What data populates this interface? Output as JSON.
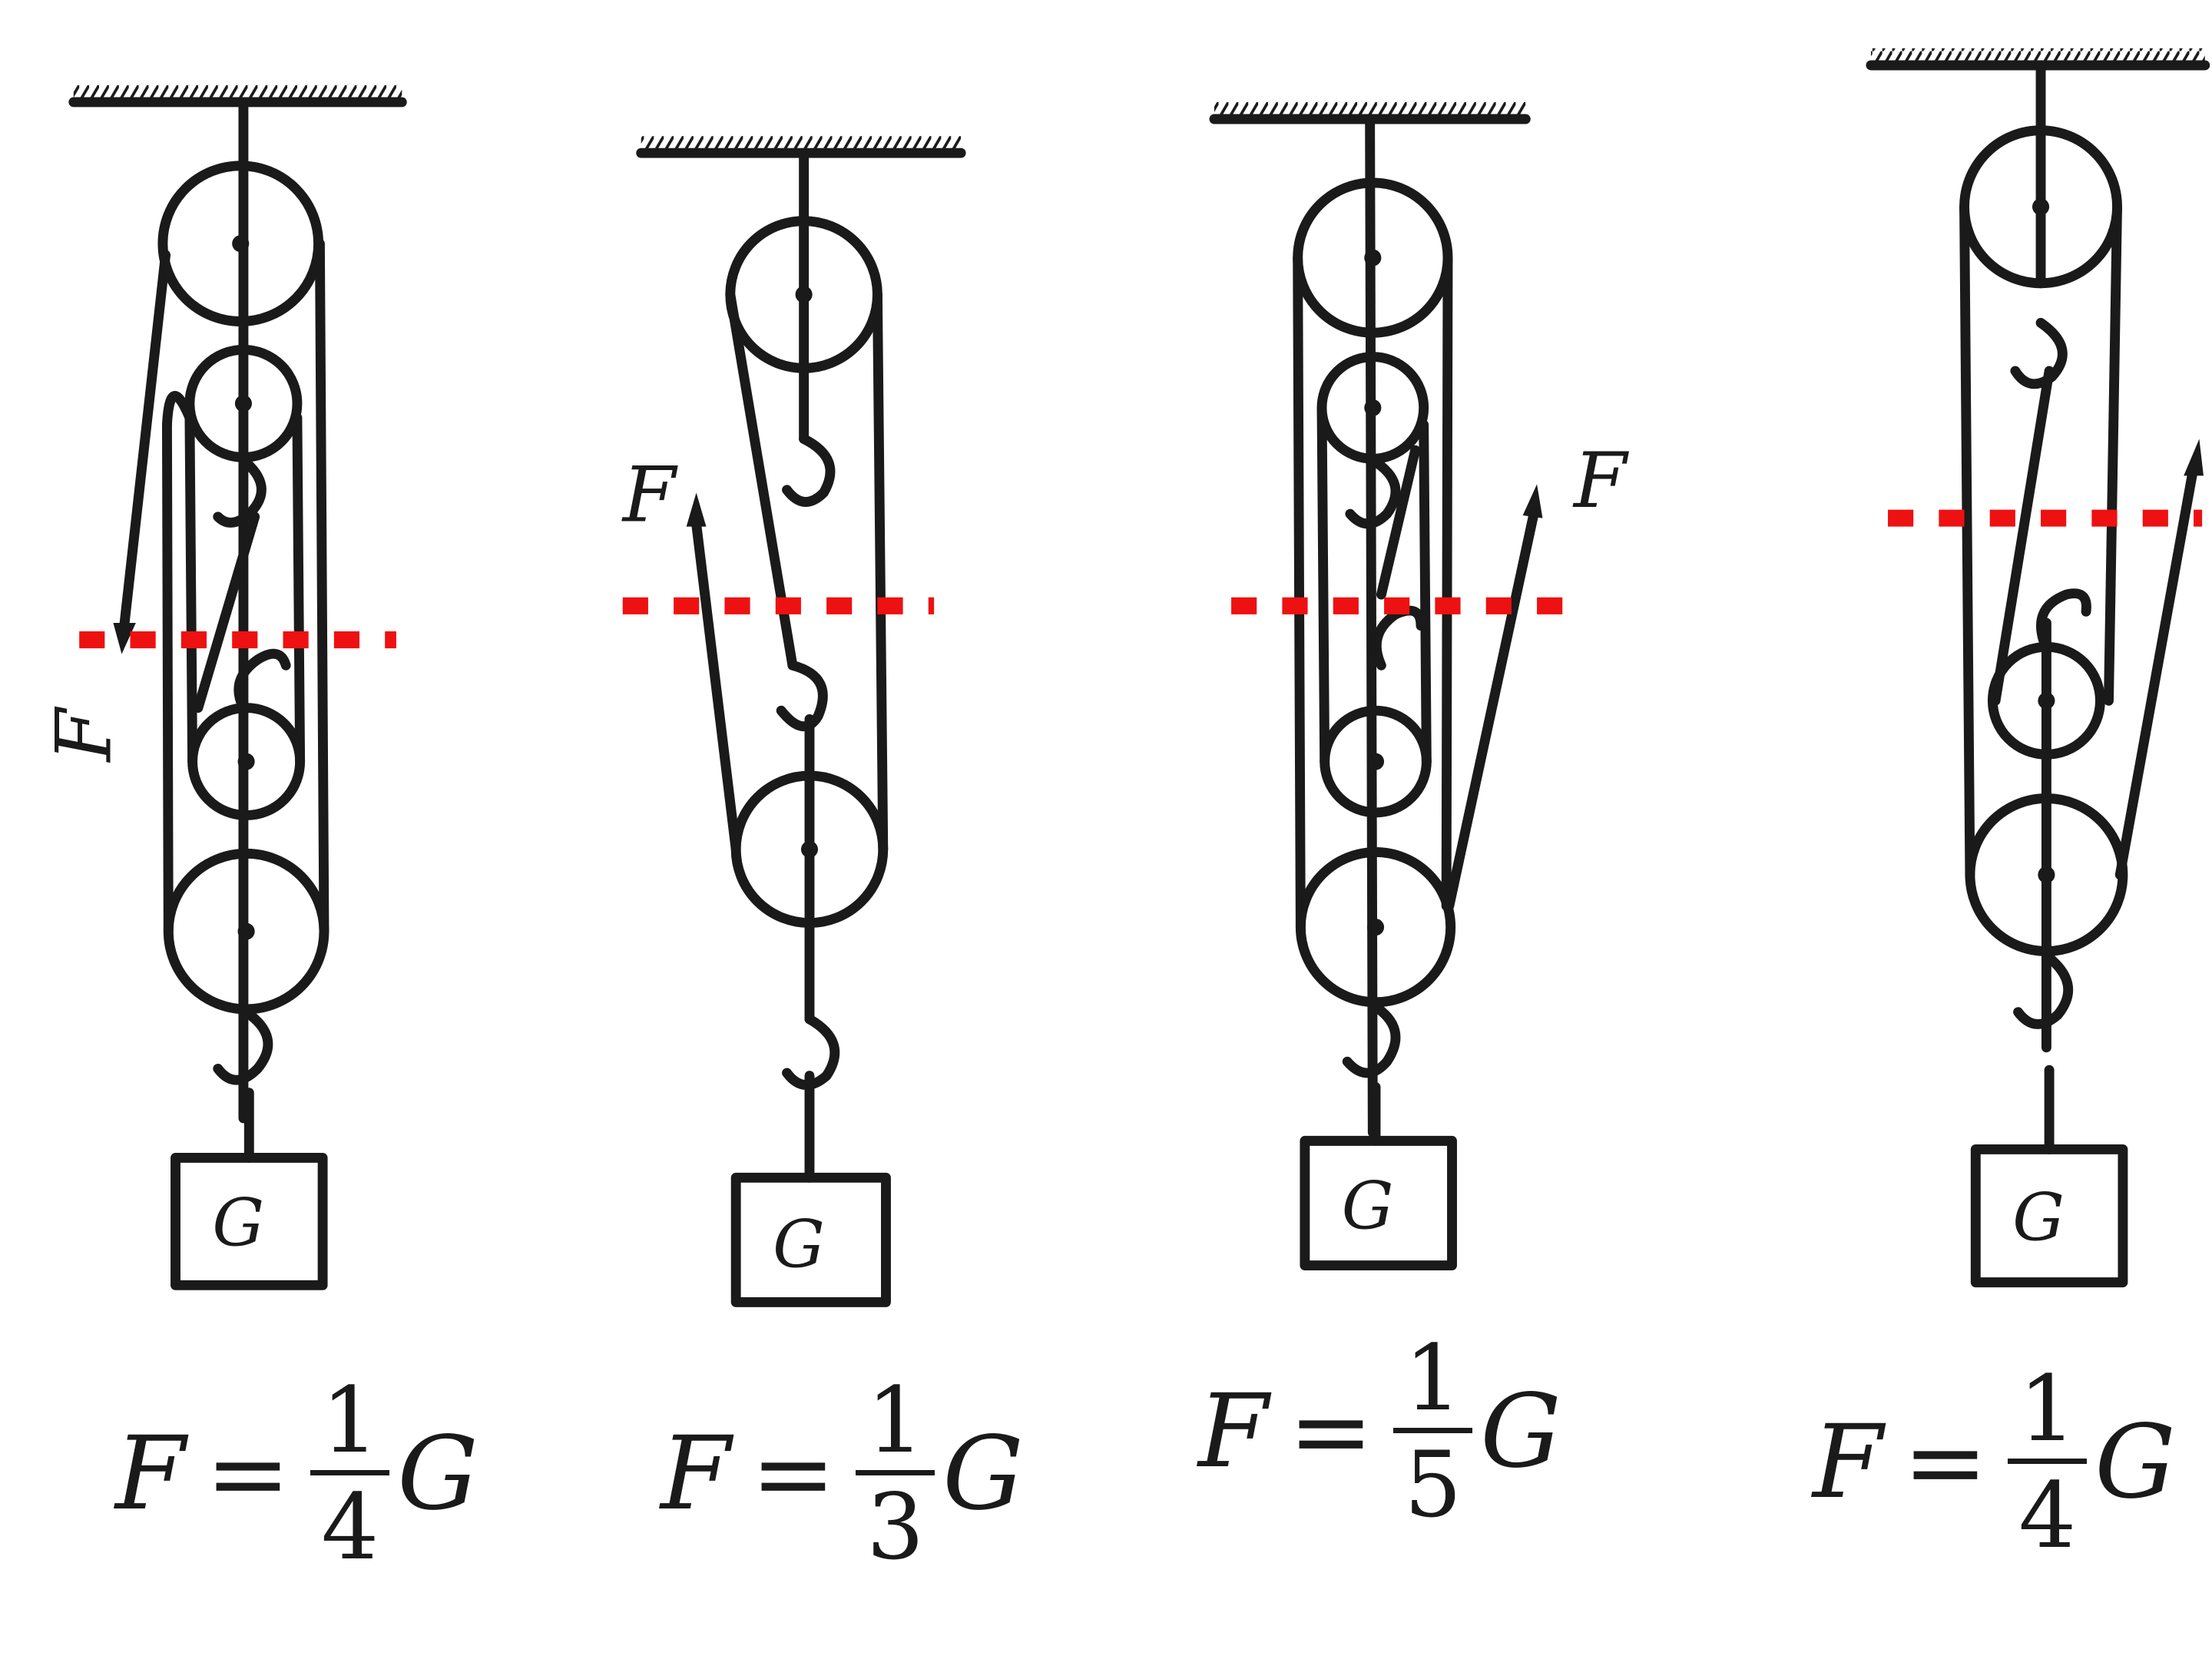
{
  "weight_label": "G",
  "force_label": "F",
  "systems": [
    {
      "formula": {
        "lhs": "F",
        "eq": "=",
        "numerator": "1",
        "denominator": "4",
        "rhs": "G"
      },
      "force_direction": "down-left"
    },
    {
      "formula": {
        "lhs": "F",
        "eq": "=",
        "numerator": "1",
        "denominator": "3",
        "rhs": "G"
      },
      "force_direction": "up"
    },
    {
      "formula": {
        "lhs": "F",
        "eq": "=",
        "numerator": "1",
        "denominator": "5",
        "rhs": "G"
      },
      "force_direction": "up"
    },
    {
      "formula": {
        "lhs": "F",
        "eq": "=",
        "numerator": "1",
        "denominator": "4",
        "rhs": "G"
      },
      "force_direction": "up"
    }
  ],
  "colors": {
    "ink": "#1a1a1a",
    "cut_line": "#ee1111",
    "background": "#ffffff"
  }
}
